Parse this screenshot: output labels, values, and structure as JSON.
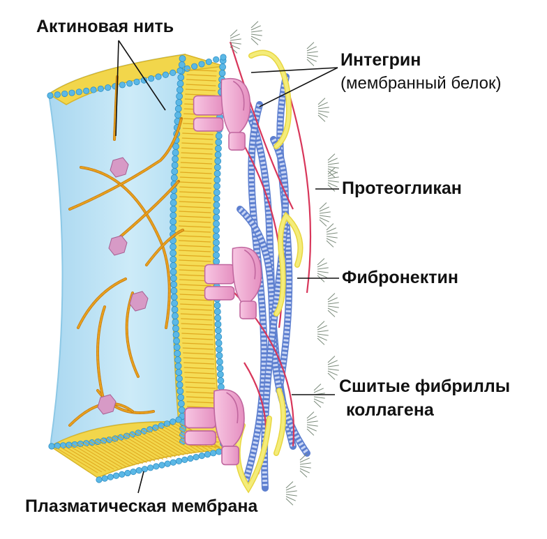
{
  "labels": {
    "actin": "Актиновая нить",
    "integrin": "Интегрин",
    "integrin_note": "(мембранный белок)",
    "proteoglycan": "Протеогликан",
    "fibronectin": "Фибронектин",
    "collagen_line1": "Сшитые фибриллы",
    "collagen_line2": "коллагена",
    "membrane": "Плазматическая мембрана"
  },
  "colors": {
    "cytoplasm": "#bfe3f5",
    "phospholipid_head": "#5bb8e6",
    "lipid_tail": "#f2d64b",
    "actin": "#e8a21e",
    "protein": "#f0a8d0",
    "collagen": "#7f9ee0",
    "fibronectin": "#f4ec7a",
    "proteoglycan_core": "#d8365a",
    "proteoglycan_branch": "#7a8a7a"
  }
}
